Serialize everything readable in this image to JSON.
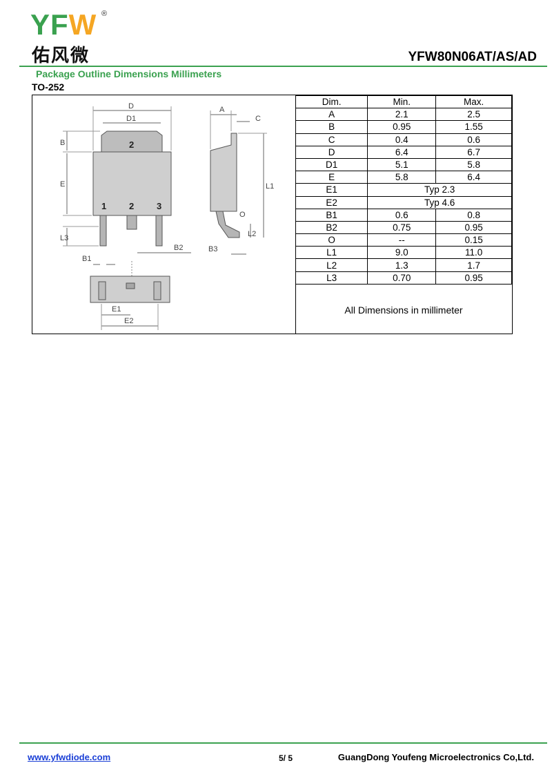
{
  "header": {
    "logo_latin": "YFW",
    "logo_reg": "®",
    "logo_cn": "佑风微",
    "part_number": "YFW80N06AT/AS/AD",
    "section_title": "Package Outline Dimensions Millimeters",
    "package_name": "TO-252"
  },
  "colors": {
    "brand_green": "#3aa14f",
    "brand_orange": "#f5a623",
    "link_blue": "#1a3fd6"
  },
  "drawing_labels": {
    "D": "D",
    "D1": "D1",
    "B": "B",
    "E": "E",
    "L3": "L3",
    "B1": "B1",
    "B2": "B2",
    "pin1": "1",
    "pin2": "2",
    "pin3": "3",
    "tab_pin": "2",
    "A": "A",
    "C": "C",
    "L1": "L1",
    "O": "O",
    "L2": "L2",
    "B3": "B3",
    "E1": "E1",
    "E2": "E2"
  },
  "table": {
    "headers": [
      "Dim.",
      "Min.",
      "Max."
    ],
    "rows": [
      {
        "dim": "A",
        "min": "2.1",
        "max": "2.5"
      },
      {
        "dim": "B",
        "min": "0.95",
        "max": "1.55"
      },
      {
        "dim": "C",
        "min": "0.4",
        "max": "0.6"
      },
      {
        "dim": "D",
        "min": "6.4",
        "max": "6.7"
      },
      {
        "dim": "D1",
        "min": "5.1",
        "max": "5.8"
      },
      {
        "dim": "E",
        "min": "5.8",
        "max": "6.4"
      },
      {
        "dim": "E1",
        "typ": "Typ 2.3"
      },
      {
        "dim": "E2",
        "typ": "Typ 4.6"
      },
      {
        "dim": "B1",
        "min": "0.6",
        "max": "0.8"
      },
      {
        "dim": "B2",
        "min": "0.75",
        "max": "0.95"
      },
      {
        "dim": "O",
        "min": "--",
        "max": "0.15"
      },
      {
        "dim": "L1",
        "min": "9.0",
        "max": "11.0"
      },
      {
        "dim": "L2",
        "min": "1.3",
        "max": "1.7"
      },
      {
        "dim": "L3",
        "min": "0.70",
        "max": "0.95"
      }
    ],
    "note": "All Dimensions in millimeter"
  },
  "footer": {
    "url": "www.yfwdiode.com",
    "page": "5/ 5",
    "company": "GuangDong Youfeng Microelectronics Co,Ltd."
  }
}
